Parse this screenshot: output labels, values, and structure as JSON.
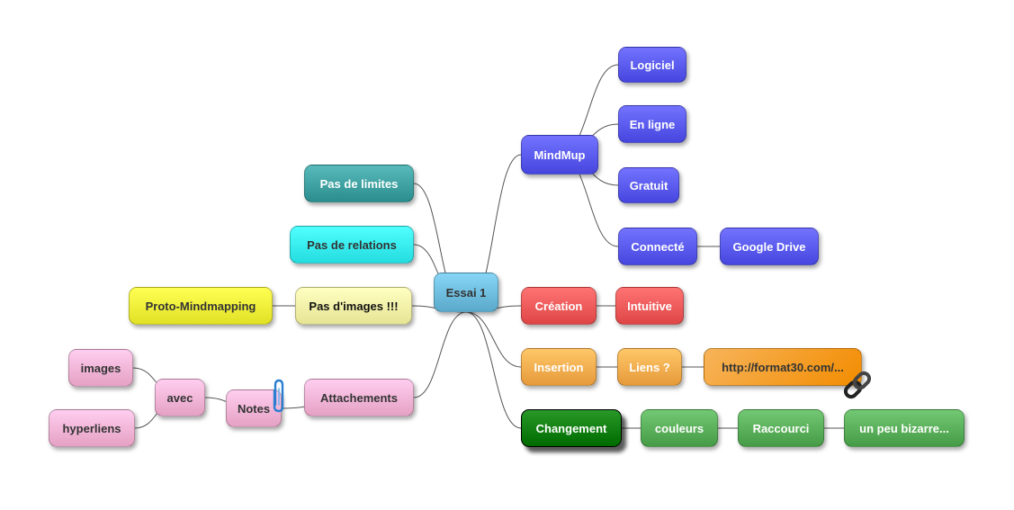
{
  "nodes": {
    "root": {
      "label": "Essai 1",
      "color": "#6ab8d9"
    },
    "mindmup": {
      "label": "MindMup",
      "color": "#5555ee"
    },
    "logiciel": {
      "label": "Logiciel",
      "color": "#5555ee"
    },
    "enligne": {
      "label": "En ligne",
      "color": "#5555ee"
    },
    "gratuit": {
      "label": "Gratuit",
      "color": "#5555ee"
    },
    "connecte": {
      "label": "Connecté",
      "color": "#5555ee"
    },
    "gdrive": {
      "label": "Google Drive",
      "color": "#5555ee"
    },
    "creation": {
      "label": "Création",
      "color": "#ee5555"
    },
    "intuitive": {
      "label": "Intuitive",
      "color": "#ee5555"
    },
    "insertion": {
      "label": "Insertion",
      "color": "#f5a94a"
    },
    "liens": {
      "label": "Liens ?",
      "color": "#f5a94a"
    },
    "url": {
      "label": "http://format30.com/...",
      "color": "#f5a94a"
    },
    "changement": {
      "label": "Changement",
      "color": "#0a7a0a"
    },
    "couleurs": {
      "label": "couleurs",
      "color": "#55aa55"
    },
    "raccourci": {
      "label": "Raccourci",
      "color": "#55aa55"
    },
    "bizarre": {
      "label": "un peu bizarre...",
      "color": "#55aa55"
    },
    "limites": {
      "label": "Pas de limites",
      "color": "#3a9c9c"
    },
    "relations": {
      "label": "Pas de relations",
      "color": "#33ebee"
    },
    "images_none": {
      "label": "Pas d'images !!!",
      "color": "#f5f3a3"
    },
    "proto": {
      "label": "Proto-Mindmapping",
      "color": "#f0f035"
    },
    "attachements": {
      "label": "Attachements",
      "color": "#f4b0d2"
    },
    "notes": {
      "label": "Notes",
      "color": "#f4b0d2"
    },
    "avec": {
      "label": "avec",
      "color": "#f4b0d2"
    },
    "images": {
      "label": "images",
      "color": "#f4b0d2"
    },
    "hyperliens": {
      "label": "hyperliens",
      "color": "#f4b0d2"
    }
  },
  "icons": {
    "paperclip": "paperclip-icon",
    "link": "chain-link-icon"
  }
}
